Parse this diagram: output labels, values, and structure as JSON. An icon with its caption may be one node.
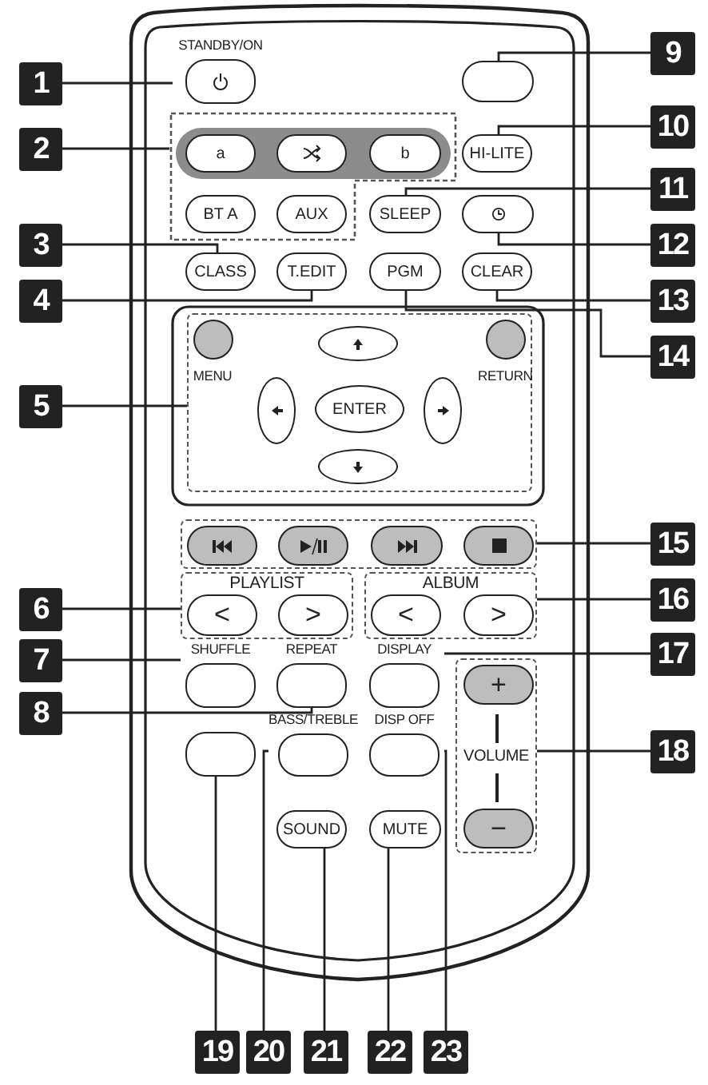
{
  "diagram": {
    "nodes": [
      {
        "text": [
          "STANDBY/ON"
        ]
      },
      {
        "text": [],
        "shape": "button"
      },
      {
        "text": [],
        "shape": "box"
      },
      {
        "text": [
          "a"
        ],
        "in": 2
      },
      {
        "text": [],
        "shape": "button",
        "in": 2
      },
      {
        "text": [
          "b"
        ],
        "in": 2
      },
      {
        "text": [
          "HI-LITE"
        ]
      },
      {
        "text": [
          "BT A"
        ],
        "in": 2
      },
      {
        "text": [
          "AUX"
        ],
        "in": 2
      },
      {
        "text": [
          "SLEEP"
        ]
      },
      {
        "text": [],
        "shape": "button"
      },
      {
        "text": [
          "CLASS"
        ]
      },
      {
        "text": [
          "T.EDIT"
        ]
      },
      {
        "text": [
          "PGM"
        ]
      },
      {
        "text": [
          "CLEAR"
        ]
      },
      {
        "text": [],
        "shape": "box"
      },
      {
        "text": [
          "MENU"
        ],
        "in": 15
      },
      {
        "text": [],
        "shape": "button",
        "in": 15
      },
      {
        "text": [
          "RETURN"
        ],
        "in": 15
      },
      {
        "text": [],
        "shape": "button",
        "in": 15
      },
      {
        "text": [
          "ENTER"
        ],
        "in": 15
      },
      {
        "text": [],
        "shape": "button",
        "in": 15
      },
      {
        "text": [],
        "shape": "button",
        "in": 15
      },
      {
        "text": [],
        "shape": "box"
      },
      {
        "text": [],
        "shape": "button",
        "in": 23
      },
      {
        "text": [],
        "shape": "button",
        "in": 23
      },
      {
        "text": [],
        "shape": "button",
        "in": 23
      },
      {
        "text": [],
        "shape": "button",
        "in": 23
      },
      {
        "text": [
          "PLAYLIST"
        ]
      },
      {
        "text": [
          "<"
        ],
        "in": 28
      },
      {
        "text": [
          ">"
        ],
        "in": 28
      },
      {
        "text": [
          "ALBUM"
        ]
      },
      {
        "text": [
          "<"
        ],
        "in": 31
      },
      {
        "text": [
          ">"
        ],
        "in": 31
      },
      {
        "text": [
          "SHUFFLE"
        ]
      },
      {
        "text": [
          "REPEAT"
        ]
      },
      {
        "text": [
          "DISPLAY"
        ]
      },
      {
        "text": [
          "VOLUME"
        ]
      },
      {
        "text": [
          "+"
        ],
        "in": 37
      },
      {
        "text": [
          "−"
        ],
        "in": 37
      },
      {
        "text": [],
        "shape": "button"
      },
      {
        "text": [
          "BASS/TREBLE"
        ]
      },
      {
        "text": [
          "DISP OFF"
        ]
      },
      {
        "text": [
          "SOUND"
        ]
      },
      {
        "text": [
          "MUTE"
        ]
      },
      {
        "text": [
          "1"
        ]
      },
      {
        "text": [
          "2"
        ]
      },
      {
        "text": [
          "3"
        ]
      },
      {
        "text": [
          "4"
        ]
      },
      {
        "text": [
          "5"
        ]
      },
      {
        "text": [
          "6"
        ]
      },
      {
        "text": [
          "7"
        ]
      },
      {
        "text": [
          "8"
        ]
      },
      {
        "text": [
          "9"
        ]
      },
      {
        "text": [
          "10"
        ]
      },
      {
        "text": [
          "11"
        ]
      },
      {
        "text": [
          "12"
        ]
      },
      {
        "text": [
          "13"
        ]
      },
      {
        "text": [
          "14"
        ]
      },
      {
        "text": [
          "15"
        ]
      },
      {
        "text": [
          "16"
        ]
      },
      {
        "text": [
          "17"
        ]
      },
      {
        "text": [
          "18"
        ]
      },
      {
        "text": [
          "19"
        ]
      },
      {
        "text": [
          "20"
        ]
      },
      {
        "text": [
          "21"
        ]
      },
      {
        "text": [
          "22"
        ]
      },
      {
        "text": [
          "23"
        ]
      }
    ],
    "edges": [
      {
        "from": 45,
        "to": 0,
        "arrow": "none"
      },
      {
        "from": 46,
        "to": 2,
        "arrow": "none"
      },
      {
        "from": 47,
        "to": 11,
        "arrow": "none"
      },
      {
        "from": 48,
        "to": 12,
        "arrow": "none"
      },
      {
        "from": 49,
        "to": 15,
        "arrow": "none"
      },
      {
        "from": 50,
        "to": 28,
        "arrow": "none"
      },
      {
        "from": 51,
        "to": 34,
        "arrow": "none"
      },
      {
        "from": 52,
        "to": 35,
        "arrow": "none"
      },
      {
        "from": 53,
        "to": 1,
        "arrow": "none"
      },
      {
        "from": 54,
        "to": 6,
        "arrow": "none"
      },
      {
        "from": 55,
        "to": 9,
        "arrow": "none"
      },
      {
        "from": 56,
        "to": 10,
        "arrow": "none"
      },
      {
        "from": 57,
        "to": 14,
        "arrow": "none"
      },
      {
        "from": 58,
        "to": 13,
        "arrow": "none"
      },
      {
        "from": 59,
        "to": 23,
        "arrow": "none"
      },
      {
        "from": 60,
        "to": 31,
        "arrow": "none"
      },
      {
        "from": 61,
        "to": 36,
        "arrow": "none"
      },
      {
        "from": 62,
        "to": 37,
        "arrow": "none"
      },
      {
        "from": 63,
        "to": 40,
        "arrow": "none"
      },
      {
        "from": 64,
        "to": 41,
        "arrow": "none"
      },
      {
        "from": 65,
        "to": 43,
        "arrow": "none"
      },
      {
        "from": 66,
        "to": 44,
        "arrow": "none"
      },
      {
        "from": 67,
        "to": 42,
        "arrow": "none"
      }
    ]
  }
}
